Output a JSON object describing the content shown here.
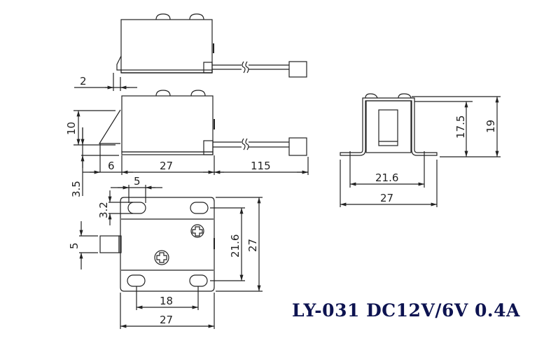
{
  "title": "LY-031 DC12V/6V 0.4A",
  "colors": {
    "line": "#222222",
    "title": "#0d1350",
    "background": "#ffffff"
  },
  "views": {
    "top_side_view": {
      "dimensions": {
        "latch_offset": "2"
      }
    },
    "side_view": {
      "dimensions": {
        "latch_height": "10",
        "latch_base": "3.5",
        "latch_length": "6",
        "body_length": "27",
        "lead_length": "115"
      }
    },
    "front_view": {
      "dimensions": {
        "height_inner": "17.5",
        "height_total": "19",
        "hole_spacing": "21.6",
        "width_total": "27"
      }
    },
    "bottom_view": {
      "dimensions": {
        "slot_width": "5",
        "slot_height": "3.2",
        "plunger_width": "5",
        "hole_spacing_vertical": "21.6",
        "height_total": "27",
        "hole_spacing_horizontal": "18",
        "width_total": "27"
      }
    }
  }
}
